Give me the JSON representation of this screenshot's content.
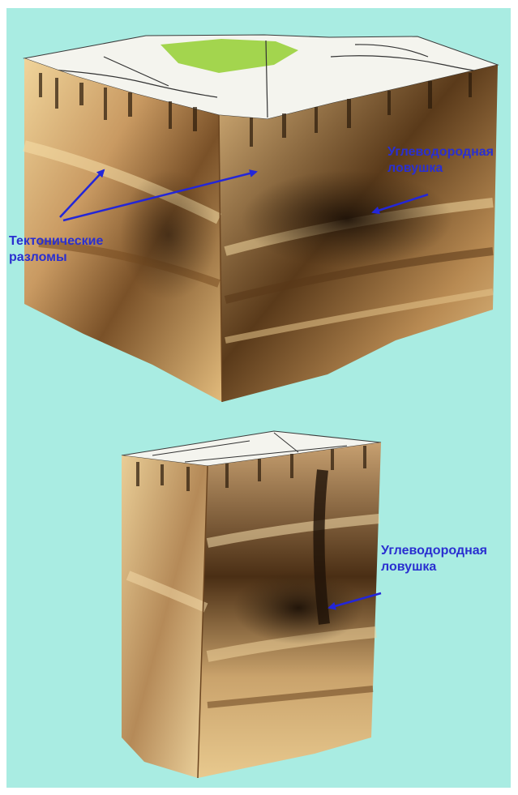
{
  "colors": {
    "background": "#a9ece2",
    "label": "#2a2fd0",
    "arrow": "#2326d8",
    "rock_light": "#f1d79c",
    "rock_mid": "#c9a06a",
    "rock_dark": "#3a2712",
    "surface_map": "#f4f4ee",
    "surface_green": "#9ad23c"
  },
  "labels": {
    "faults_line1": "Тектонические",
    "faults_line2": "разломы",
    "trap_top_line1": "Углеводородная",
    "trap_top_line2": "ловушка",
    "trap_bottom_line1": "Углеводородная",
    "trap_bottom_line2": "ловушка"
  },
  "icons": [
    "arrow-icon"
  ]
}
